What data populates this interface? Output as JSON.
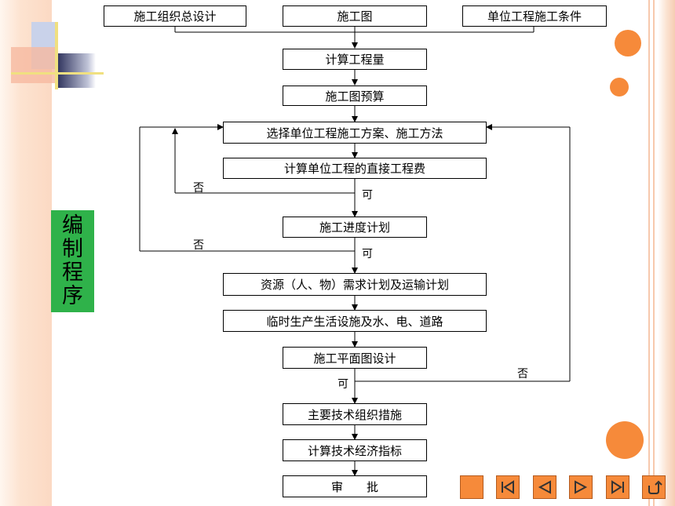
{
  "flow": {
    "top_left": "施工组织总设计",
    "top_mid": "施工图",
    "top_right": "单位工程施工条件",
    "step1": "计算工程量",
    "step2": "施工图预算",
    "step3": "选择单位工程施工方案、施工方法",
    "step4": "计算单位工程的直接工程费",
    "step5": "施工进度计划",
    "step6": "资源（人、物）需求计划及运输计划",
    "step7": "临时生产生活设施及水、电、道路",
    "step8": "施工平面图设计",
    "step9": "主要技术组织措施",
    "step10": "计算技术经济指标",
    "step11": "审　　批",
    "no_label": "否",
    "yes_label": "可"
  },
  "side_tag": {
    "chars": [
      "编",
      "制",
      "程",
      "序"
    ]
  },
  "nav": {
    "buttons": [
      "blank-button",
      "first-page-button",
      "prev-page-button",
      "next-page-button",
      "last-page-button",
      "return-button"
    ]
  },
  "colors": {
    "accent": "#f68a3a",
    "tag_green": "#2fb24a"
  }
}
